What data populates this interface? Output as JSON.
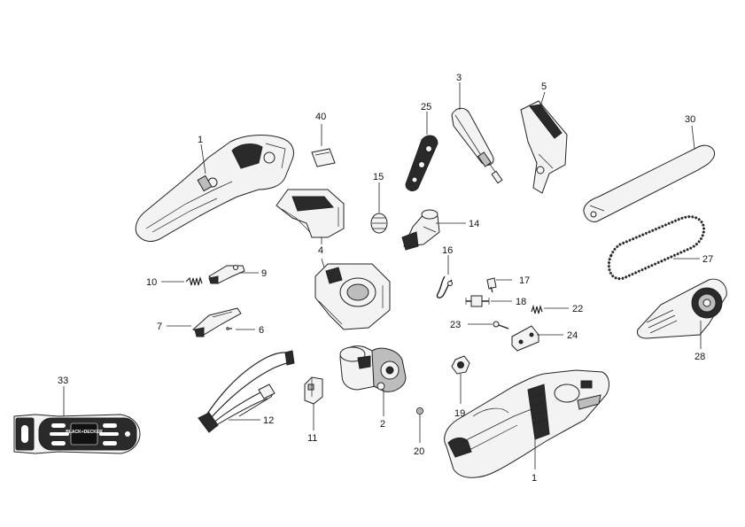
{
  "callouts": {
    "p1a": "1",
    "p1b": "1",
    "p2": "2",
    "p3": "3",
    "p4": "4",
    "p5": "5",
    "p6": "6",
    "p7": "7",
    "p9": "9",
    "p10": "10",
    "p11": "11",
    "p12": "12",
    "p14": "14",
    "p15": "15",
    "p16": "16",
    "p17": "17",
    "p18": "18",
    "p19": "19",
    "p20": "20",
    "p22": "22",
    "p23": "23",
    "p24": "24",
    "p25": "25",
    "p27": "27",
    "p28": "28",
    "p30": "30",
    "p33": "33",
    "p40": "40"
  },
  "brand_logo": "BLACK+DECKER",
  "colors": {
    "line": "#222222",
    "part_fill": "#f3f3f3",
    "dark_fill": "#2a2a2a",
    "mid_fill": "#bdbdbd"
  }
}
